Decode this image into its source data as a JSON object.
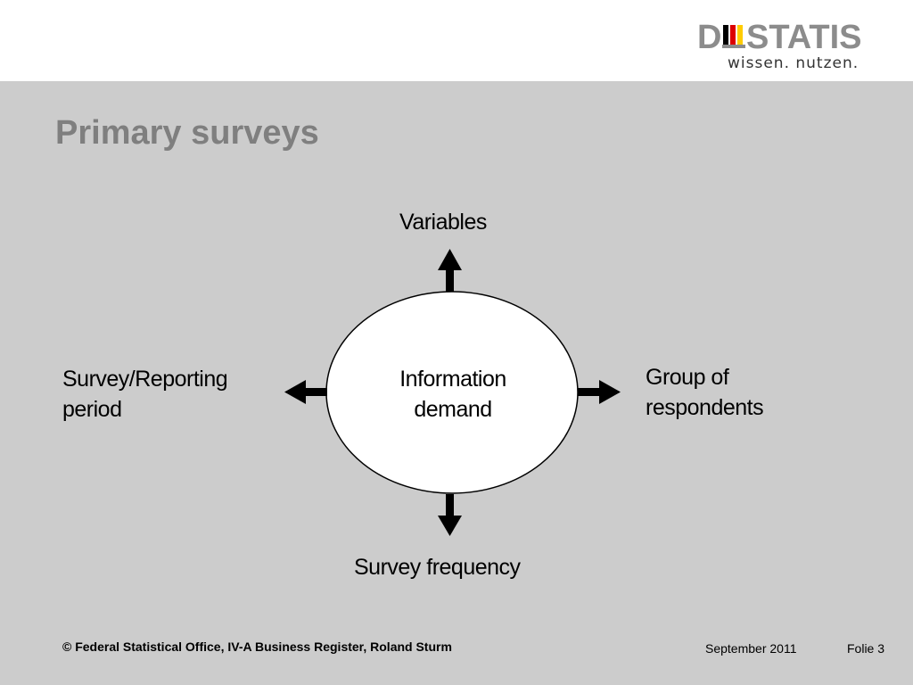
{
  "header": {
    "logo": {
      "wordmark": "DSTATIS",
      "tagline": "wissen. nutzen."
    }
  },
  "slide": {
    "title": "Primary surveys"
  },
  "diagram": {
    "center": {
      "line1": "Information",
      "line2": "demand"
    },
    "top": "Variables",
    "right": {
      "line1": "Group of",
      "line2": "respondents"
    },
    "bottom": "Survey frequency",
    "left": {
      "line1": "Survey/Reporting",
      "line2": "period"
    }
  },
  "footer": {
    "copyright": "© Federal Statistical Office, IV-A Business Register, Roland Sturm",
    "date": "September 2011",
    "slide_number": "Folie 3"
  },
  "colors": {
    "background": "#cccccc",
    "header": "#ffffff",
    "title": "#7f7f7f",
    "flag_black": "#000000",
    "flag_red": "#dd0000",
    "flag_gold": "#ffcc00"
  }
}
